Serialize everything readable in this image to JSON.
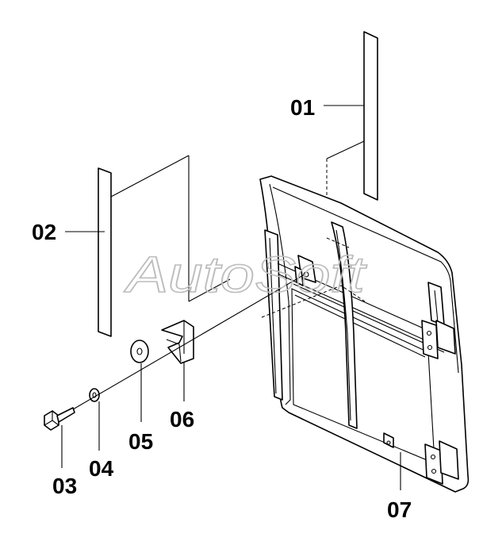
{
  "watermark": "AutoSoft",
  "callouts": {
    "p01": "01",
    "p02": "02",
    "p03": "03",
    "p04": "04",
    "p05": "05",
    "p06": "06",
    "p07": "07"
  }
}
